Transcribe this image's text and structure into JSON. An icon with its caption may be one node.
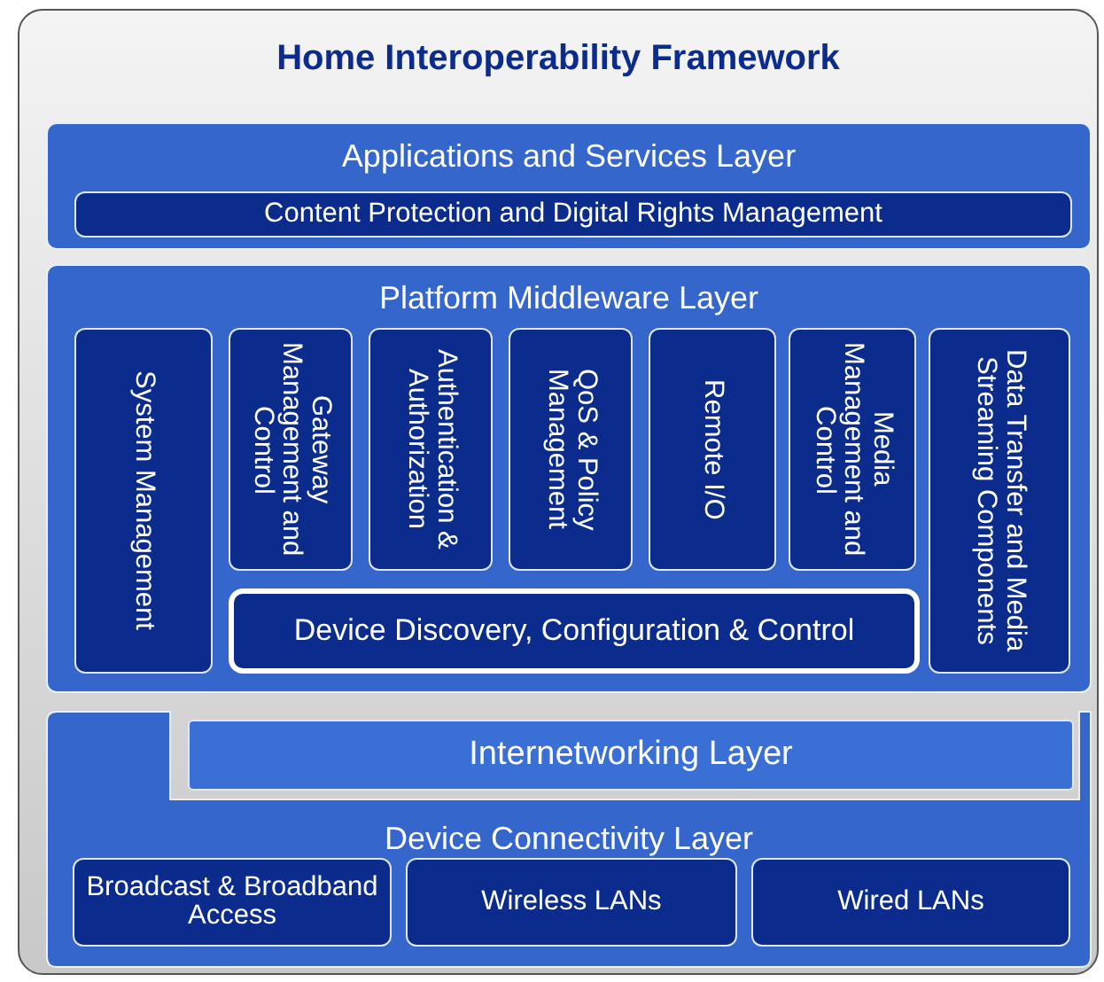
{
  "diagram": {
    "nodes": [
      {
        "text": [
          "Home Interoperability Framework"
        ]
      },
      {
        "text": [
          "Applications and Services Layer"
        ],
        "in": 0
      },
      {
        "text": [
          "Content Protection and Digital Rights Management"
        ],
        "in": 1
      },
      {
        "text": [
          "Platform Middleware Layer"
        ],
        "in": 0
      },
      {
        "text": [
          "System Management"
        ],
        "in": 3
      },
      {
        "text": [
          "Gateway Management and Control"
        ],
        "in": 3
      },
      {
        "text": [
          "Authentication & Authorization"
        ],
        "in": 3
      },
      {
        "text": [
          "QoS & Policy Management"
        ],
        "in": 3
      },
      {
        "text": [
          "Remote I/O"
        ],
        "in": 3
      },
      {
        "text": [
          "Media Management and Control"
        ],
        "in": 3
      },
      {
        "text": [
          "Data Transfer and Media Streaming Components"
        ],
        "in": 3
      },
      {
        "text": [
          "Device Discovery, Configuration & Control"
        ],
        "in": 3
      },
      {
        "text": [
          "Device Connectivity Layer"
        ],
        "in": 0
      },
      {
        "text": [
          "Internetworking Layer"
        ],
        "in": 12
      },
      {
        "text": [
          "Broadcast & Broadband Access"
        ],
        "in": 12
      },
      {
        "text": [
          "Wireless LANs"
        ],
        "in": 12
      },
      {
        "text": [
          "Wired LANs"
        ],
        "in": 12
      }
    ],
    "edges": []
  }
}
